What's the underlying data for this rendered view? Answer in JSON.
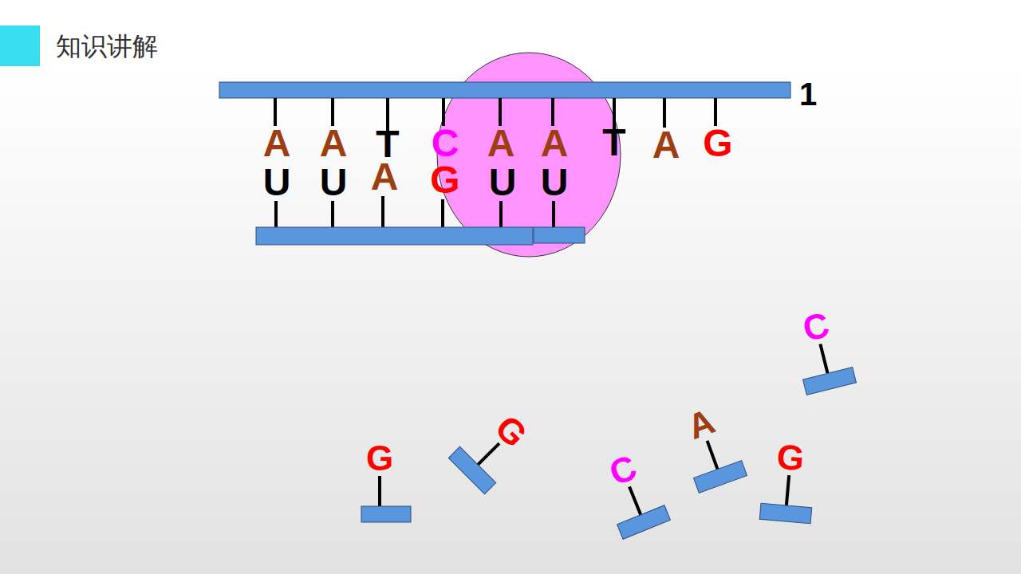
{
  "diagram": {
    "title": "知识讲解",
    "labels": [
      "1",
      "A",
      "A",
      "T",
      "C",
      "A",
      "A",
      "T",
      "A",
      "G",
      "U",
      "U",
      "A",
      "G",
      "U",
      "U",
      "C",
      "A",
      "G",
      "G",
      "G",
      "C"
    ]
  }
}
